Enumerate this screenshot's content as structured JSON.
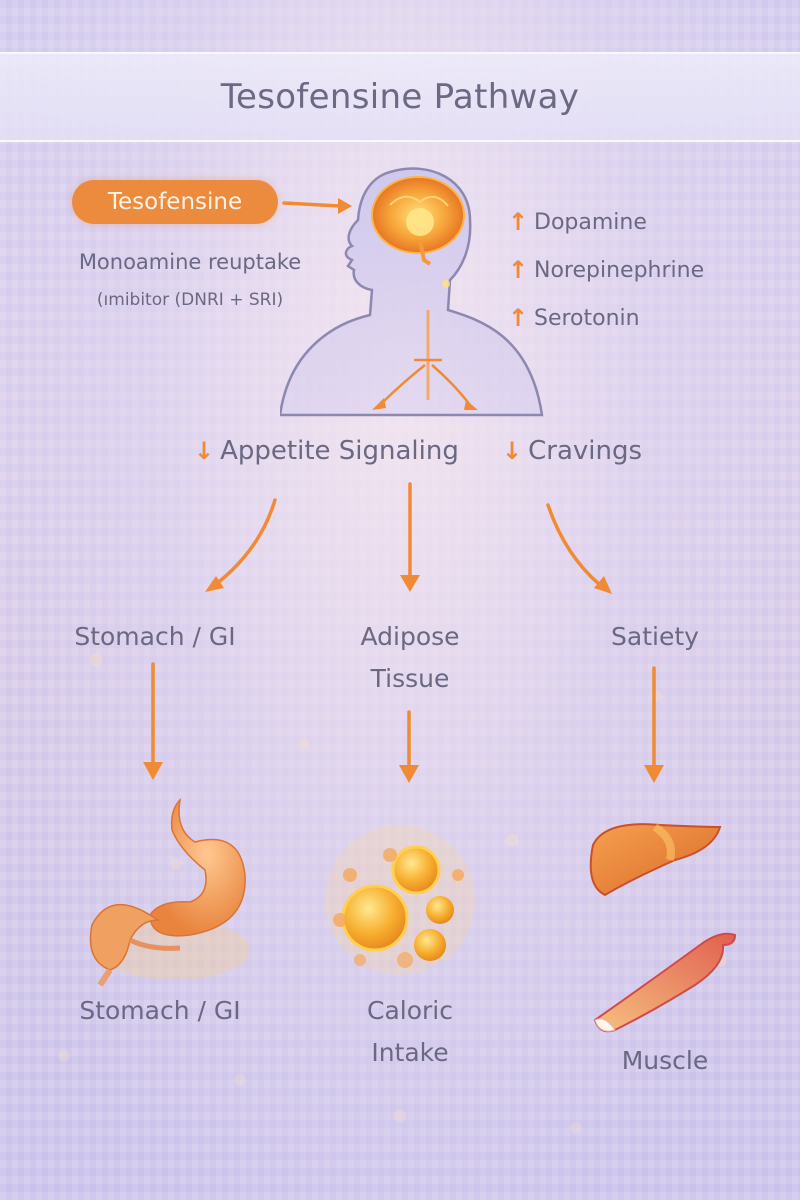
{
  "title": "Tesofensine Pathway",
  "drug": {
    "label": "Tesofensine",
    "mechanism_line1": "Monoamine reuptake",
    "mechanism_line2": "(ımibitor (DNRI + SRI)"
  },
  "neurotransmitters": [
    {
      "direction": "up-arrow",
      "label": "Dopamine"
    },
    {
      "direction": "up-arrow",
      "label": "Norepinephrine"
    },
    {
      "direction": "up-arrow",
      "label": "Serotonin"
    }
  ],
  "effects": [
    {
      "direction": "down-arrow",
      "label": "Appetite Signaling"
    },
    {
      "direction": "down-arrow",
      "label": "Cravings"
    }
  ],
  "targets": [
    {
      "label": "Stomach / GI"
    },
    {
      "label_line1": "Adipose",
      "label_line2": "Tissue"
    },
    {
      "label": "Satiety"
    }
  ],
  "outcomes": [
    {
      "label": "Stomach / GI",
      "icon": "stomach-icon"
    },
    {
      "label_line1": "Caloric",
      "label_line2": "Intake",
      "icon": "fat-cells-icon"
    },
    {
      "label": "Muscle",
      "icon": "liver-and-muscle-icon"
    }
  ],
  "glyphs": {
    "up": "↑",
    "down": "↓"
  },
  "colors": {
    "accent_orange": "#ec8a3e",
    "arrow_orange": "#f08a35",
    "text": "#6a6882",
    "background": "#d8cff0"
  }
}
